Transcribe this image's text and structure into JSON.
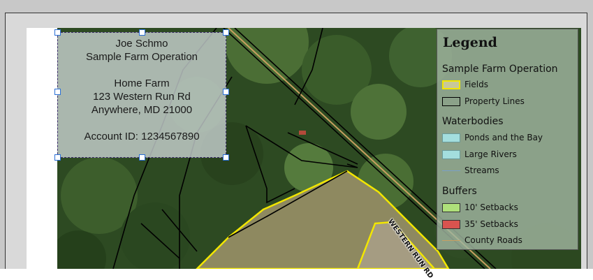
{
  "info_box": {
    "lines": [
      "Joe Schmo",
      "Sample Farm Operation",
      "",
      "Home Farm",
      "123 Western Run Rd",
      "Anywhere, MD 21000",
      "",
      "Account ID: 1234567890"
    ]
  },
  "map": {
    "road_label": "WESTERN RUN RD"
  },
  "legend": {
    "title": "Legend",
    "groups": [
      {
        "name": "Sample Farm Operation",
        "items": [
          {
            "label": "Fields",
            "symbol": "polygon",
            "fill": "#c8c89a",
            "outline": "#f2e600"
          },
          {
            "label": "Property Lines",
            "symbol": "polygon",
            "fill": "transparent",
            "outline": "#000000"
          }
        ]
      },
      {
        "name": "Waterbodies",
        "items": [
          {
            "label": "Ponds and the Bay",
            "symbol": "polygon",
            "fill": "#a3dede",
            "outline": "#6a9a9a"
          },
          {
            "label": "Large Rivers",
            "symbol": "polygon",
            "fill": "#a3dede",
            "outline": "#6a9a9a"
          },
          {
            "label": "Streams",
            "symbol": "line",
            "color": "#7aa0c8"
          }
        ]
      },
      {
        "name": "Buffers",
        "items": [
          {
            "label": "10' Setbacks",
            "symbol": "polygon",
            "fill": "#aee07a",
            "outline": "#333333"
          },
          {
            "label": "35' Setbacks",
            "symbol": "polygon",
            "fill": "#d9534f",
            "outline": "#333333"
          },
          {
            "label": "County Roads",
            "symbol": "line",
            "color": "#c8a060"
          }
        ]
      }
    ]
  }
}
